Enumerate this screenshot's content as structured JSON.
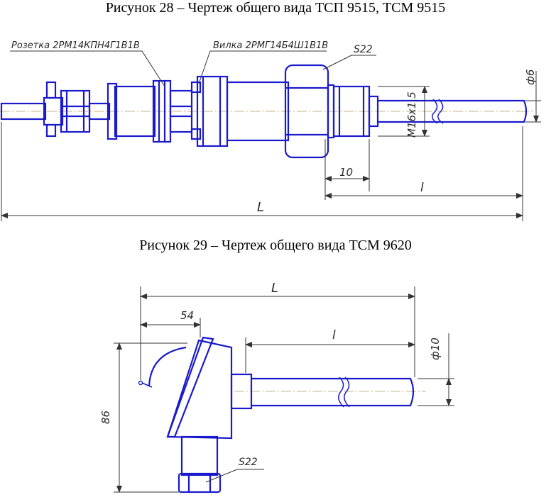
{
  "figure28": {
    "caption": "Рисунок 28 – Чертеж общего вида ТСП 9515, ТСМ 9515",
    "label_socket": "Розетка 2РМ14КПН4Г1В1В",
    "label_plug": "Вилка 2РМГ14Б4Ш1В1В",
    "label_s22": "S22",
    "label_dia6": "ф6",
    "label_thread": "М16х1,5",
    "label_10": "10",
    "label_l": "l",
    "label_L": "L"
  },
  "figure29": {
    "caption": "Рисунок 29 – Чертеж общего вида ТСМ 9620",
    "label_L": "L",
    "label_54": "54",
    "label_l": "l",
    "label_dia10": "ф10",
    "label_86": "86",
    "label_s22": "S22"
  },
  "colors": {
    "part_stroke": "#1a1acc",
    "dimension_stroke": "#333333"
  }
}
